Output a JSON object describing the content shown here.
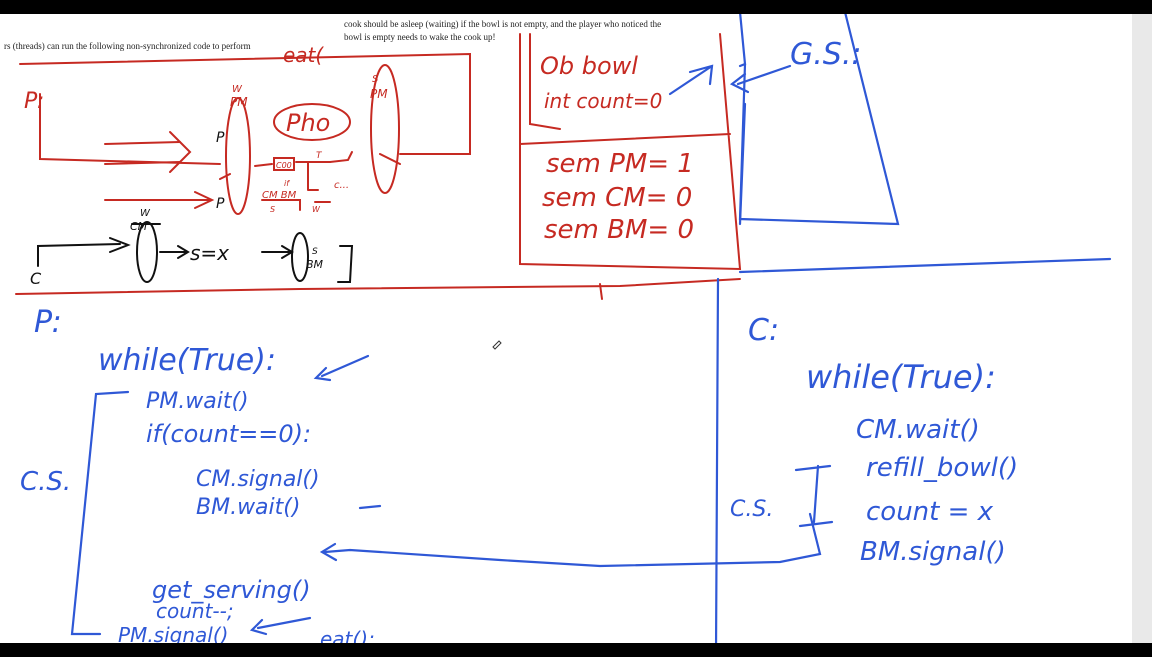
{
  "document_text": {
    "line1": "cook should be asleep (waiting) if the bowl is not empty, and the player who noticed the",
    "line2": "bowl is empty needs to wake the cook up!",
    "line3": "rs (threads) can run the following non-synchronized code to perform"
  },
  "diagram": {
    "top_label": "eat(",
    "p_label": "P:",
    "c_label": "C",
    "pm_w": "W",
    "pm_label": "PM",
    "pm_s": "S",
    "pm_label2": "PM",
    "pho": "Pho",
    "p_letter1": "P",
    "p_letter2": "P",
    "cm_w": "W",
    "cm_label": "CM",
    "assign": "s=x",
    "bm_s": "S",
    "bm_label": "BM",
    "if_label": "if",
    "code_box": "C00",
    "t_label": "T",
    "cm_bm": "CM BM",
    "cm_bm_s": "S",
    "cm_bm_w": "W",
    "dots": "c..."
  },
  "global_state": {
    "label": "G.S.:",
    "line1": "Ob  bowl",
    "line2": "int  count=0",
    "sem1": "sem  PM= 1",
    "sem2": "sem  CM= 0",
    "sem3": "sem  BM= 0"
  },
  "player_code": {
    "header": "P:",
    "lines": [
      "while(True):",
      "PM.wait()",
      "if(count==0):",
      "CM.signal()",
      "BM.wait()",
      "get_serving()",
      "count--;",
      "PM.signal()",
      "eat();"
    ],
    "cs_label": "C.S."
  },
  "cook_code": {
    "header": "C:",
    "lines": [
      "while(True):",
      "CM.wait()",
      "refill_bowl()",
      "count = x",
      "BM.signal()"
    ],
    "cs_label": "C.S."
  },
  "colors": {
    "red_ink": "#c62a22",
    "blue_ink": "#2f58d6",
    "background": "#ffffff"
  }
}
